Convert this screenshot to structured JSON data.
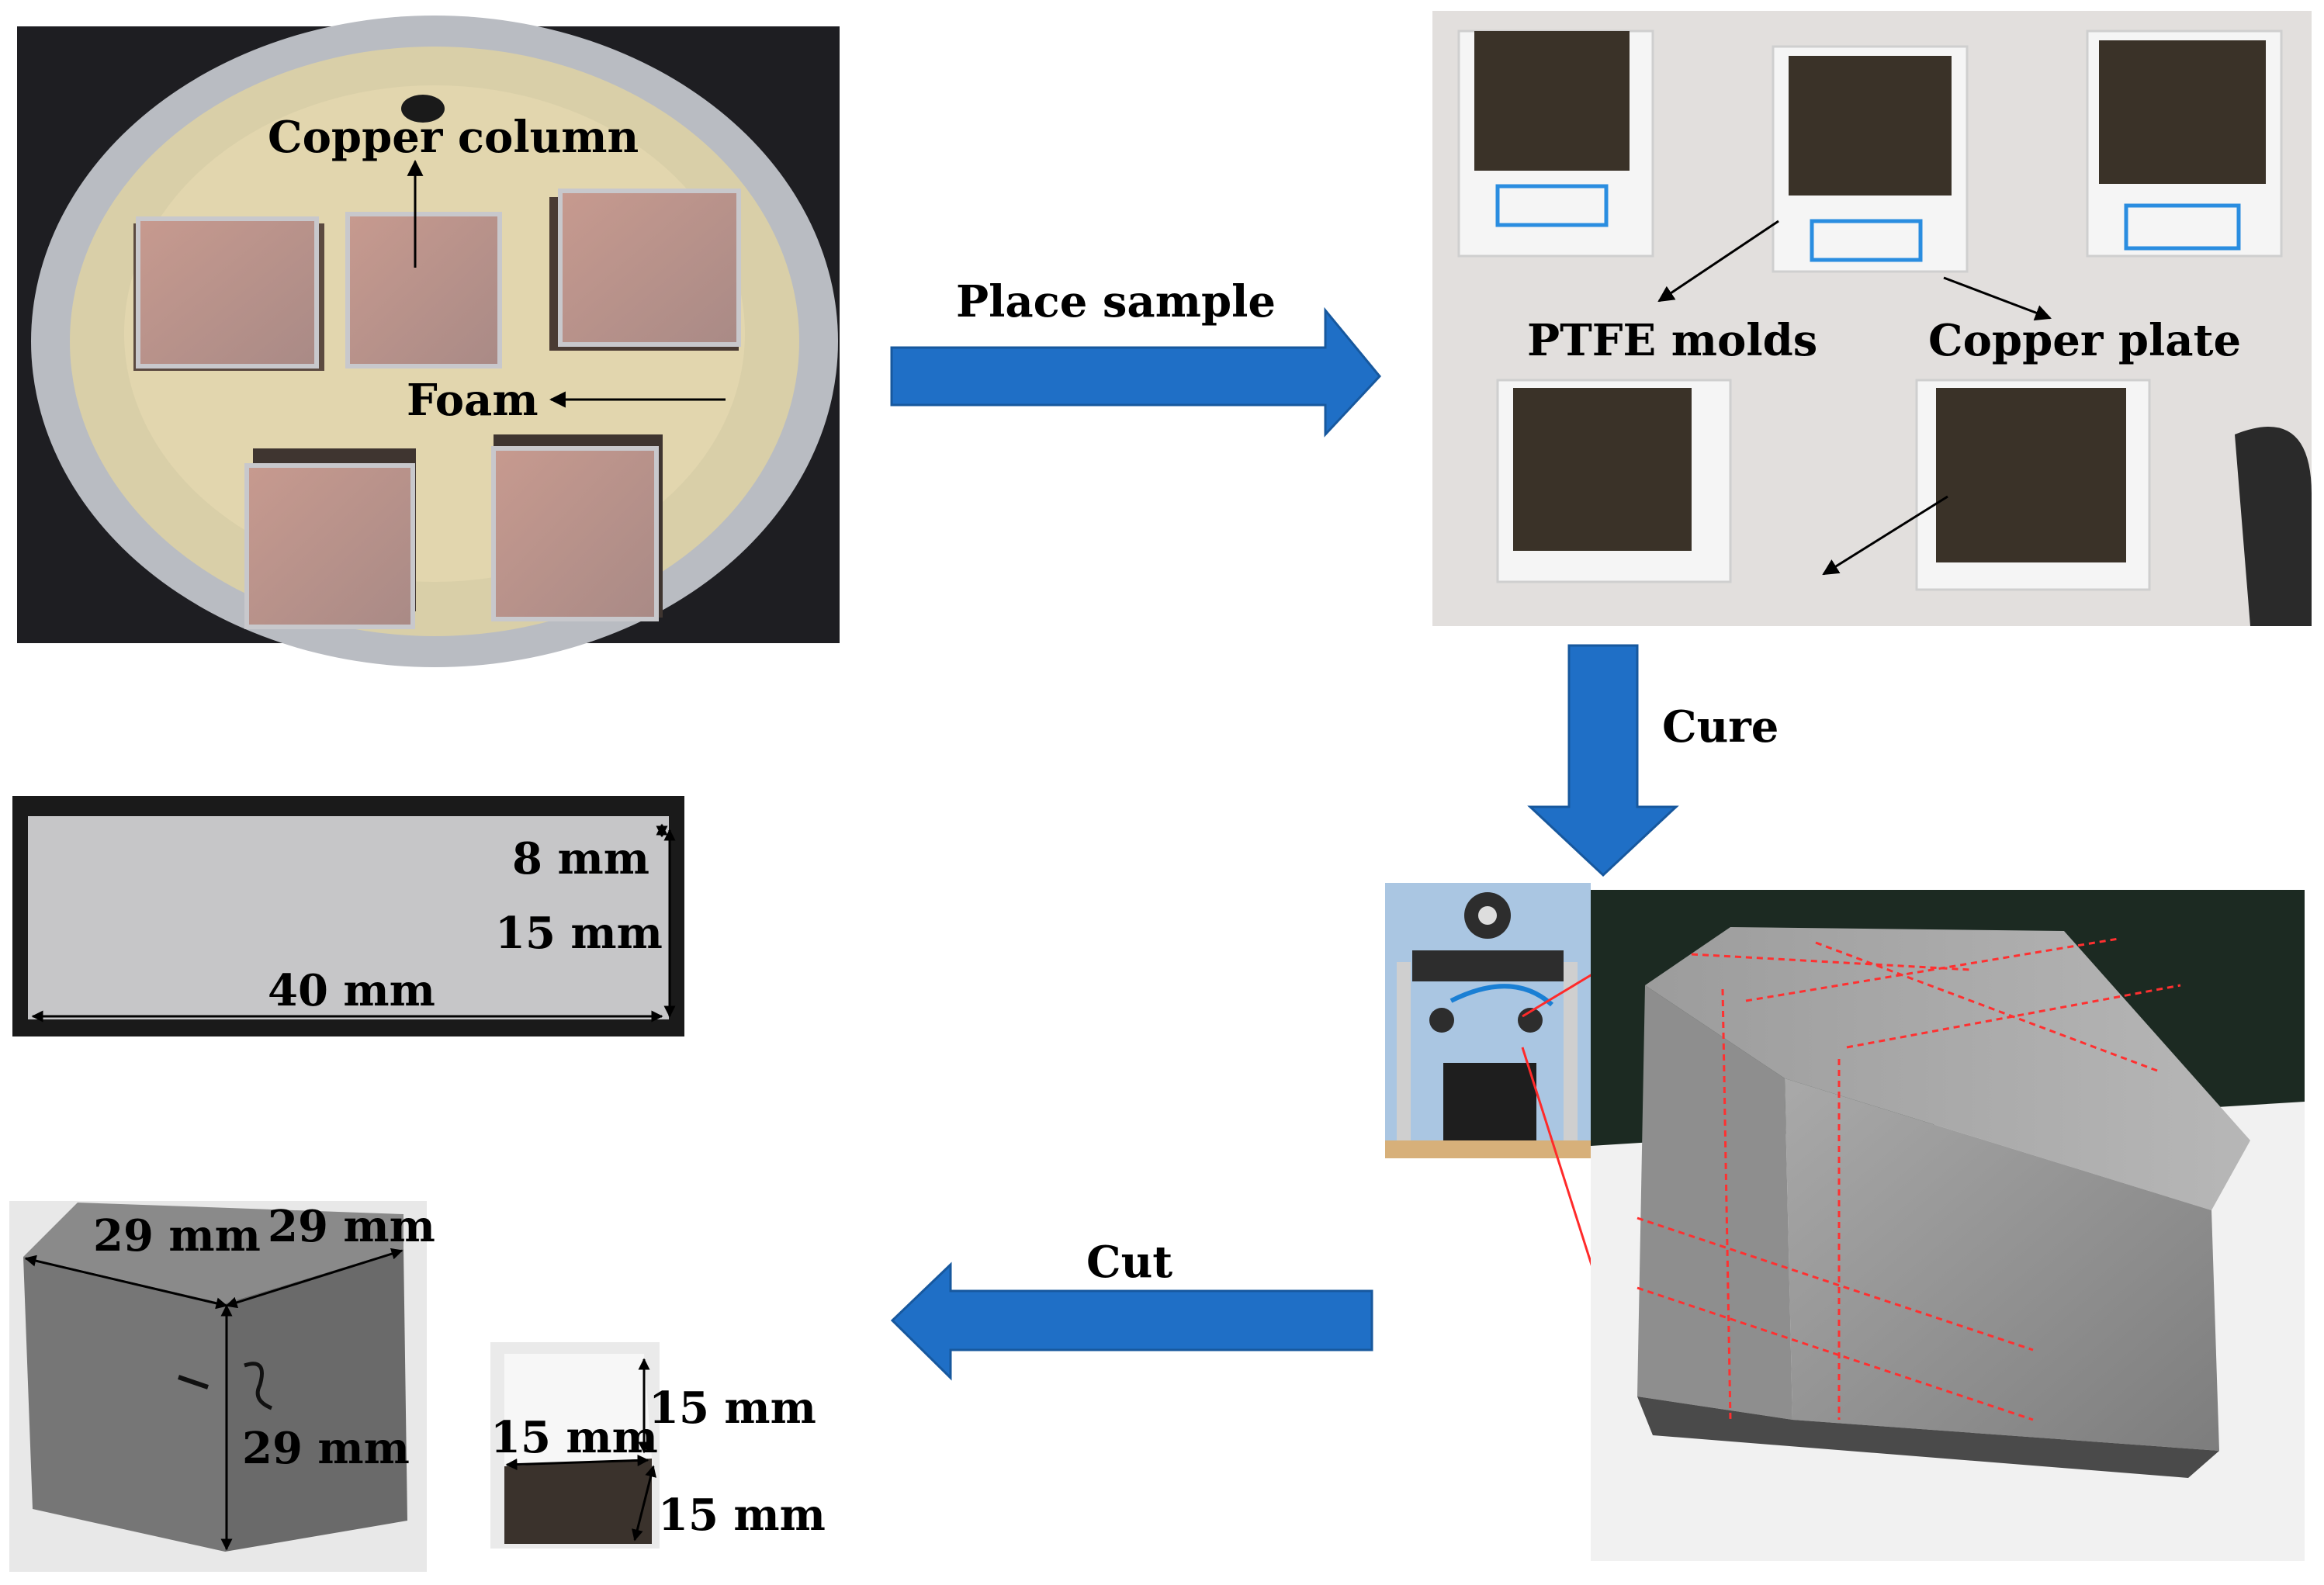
{
  "photo1": {
    "label_copper_column": "Copper column",
    "label_foam": "Foam"
  },
  "photo2": {
    "label_ptfe_molds": "PTFE molds",
    "label_copper_plate": "Copper plate"
  },
  "photo_beam": {
    "dim_8": "8 mm",
    "dim_15": "15 mm",
    "dim_40": "40 mm"
  },
  "photo_cube": {
    "dim_top_left": "29 mm",
    "dim_top_right": "29 mm",
    "dim_height": "29 mm"
  },
  "photo_small_cube": {
    "dim_height": "15 mm",
    "dim_width": "15 mm",
    "dim_depth": "15 mm"
  },
  "arrows": {
    "place_sample": "Place sample",
    "cure": "Cure",
    "cut": "Cut",
    "color": "#1f6fc6"
  }
}
